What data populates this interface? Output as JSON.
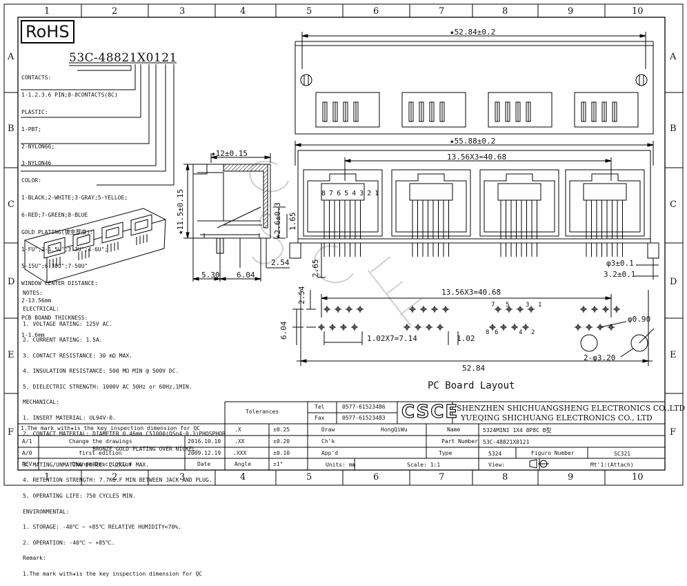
{
  "zones": {
    "columns": [
      "1",
      "2",
      "3",
      "4",
      "5",
      "6",
      "7",
      "8",
      "9",
      "10"
    ],
    "rows": [
      "A",
      "B",
      "C",
      "D",
      "E",
      "F"
    ]
  },
  "rohs": "RoHS",
  "part_code": "53C-48821X0121",
  "ordering": [
    "CONTACTS:",
    "1-1.2.3.6 PIN;8-8CONTACTS(8C)",
    "PLASTIC:",
    "1-PBT;",
    "2-NYLON66;",
    "3-NYLON46",
    "COLOR:",
    "1-BLACK;2-WHITE;3-GRAY;5-YELLOE;",
    "6-RED;7-GREEN;8-BLUE",
    "GOLD PLATING(镀金厚度):",
    "1-FU\";2-1.5U\";3-3U\";4-6U\";",
    "5-15U\";6-30U\";7-50U\"",
    "WINDOW CENTER DISTANCE:",
    "2-13.56mm",
    "PCB BOAND THICKNESS:",
    "1-1.6mm"
  ],
  "notes": [
    "NOTES:",
    "ELECTRICAL:",
    "1. VOLTAGE RATING: 125V AC.",
    "2. CURRENT RATING: 1.5A.",
    "3. CONTACT RESISTANCE: 30 mΩ MAX.",
    "4. INSULATION RESISTANCE: 500 MΩ MIN @ 500V DC.",
    "5. DIELECTRIC STRENGTH: 1000V AC 50Hz or 60Hz,1MIN.",
    "MECHANICAL:",
    "1. INSERT MATERIAL: UL94V-0.",
    "2. CONTACT MATERIAL: DIAMETER 0.46mm C51000(QSn4-0.3)PHOSPHOR",
    "                     BRONZE GOLD PLATING OVER NICKEL.",
    "3. MATING/UNMATING FORCE: 2.2KG.F MAX.",
    "4. RETENTION STRENGTH: 7.7KG.F MIN BETWEEN JACK AND PLUG.",
    "5. OPERATING LIFE: 750 CYCLES MIN.",
    "ENVIRONMENTAL:",
    "1. STORAGE: -40℃ ~ +85℃ RELATIVE HUMIDITY<70%.",
    "2. OPERATION: -40℃ ~ +85℃.",
    "Remark:",
    "1.The mark with★is the key inspection dimension for QC"
  ],
  "dims": {
    "top_width": "★52.84±0.2",
    "front_width": "★55.88±0.2",
    "pitch_front": "13.56X3=40.68",
    "side_width": "★12±0.15",
    "side_height": "★11.5±0.15",
    "side_26": "★2.6±0.3",
    "side_165": "1.65",
    "side_254": "2.54",
    "side_530": "5.30",
    "side_604": "6.04",
    "front_265": "2.65",
    "front_phi3": "φ3±0.1",
    "front_32": "3.2±0.1",
    "pcb_pitch": "13.56X3=40.68",
    "pcb_254": "2.54",
    "pcb_604": "6.04",
    "pcb_102x7": "1.02X7=7.14",
    "pcb_102": "1.02",
    "pcb_phi090": "φ0.90",
    "pcb_holes": "2-φ3.20",
    "pcb_5284": "52.84",
    "pin_numbers": "8 7 6 5 4 3 2 1"
  },
  "pcb_pin_labels": {
    "top": [
      "7",
      "5",
      "3",
      "1"
    ],
    "bottom": [
      "8",
      "6",
      "4",
      "2"
    ]
  },
  "pcb_title": "PC Board Layout",
  "title_block": {
    "tolerances": "Tolerances",
    "tel_label": "Tel",
    "tel": "0577-61523486",
    "fax_label": "Fax",
    "fax": "0577-61523483",
    "logo": "CSCE",
    "company1": "SHENZHEN SHICHUANGSHENG ELECTRONICS CO.,LTD",
    "company2": "YUEQING SHICHUANG ELECTRONICS CO., LTD",
    "tol_rows": [
      {
        "dec": ".X",
        "tol": "±0.25",
        "label": "Draw",
        "value": "HongQiWu"
      },
      {
        "dec": ".XX",
        "tol": "±0.20",
        "label": "Ch'k",
        "value": ""
      },
      {
        "dec": ".XXX",
        "tol": "±0.10",
        "label": "App'd",
        "value": ""
      },
      {
        "dec": "Angle",
        "tol": "±1°",
        "label": "Units: mm",
        "value": ""
      }
    ],
    "name_label": "Name",
    "name_value": "5324MINI 1X4 8P8C B型",
    "part_label": "Part Number",
    "part_value": "53C-48821X0121",
    "type_label": "Type",
    "type_value": "5324",
    "figure_label": "Figuro Number",
    "figure_value": "SC321",
    "scale": "Scale: 1:1",
    "view": "View:",
    "mt": "Mt'1:(Attach)"
  },
  "revisions": [
    {
      "rev": "A/1",
      "desc": "Change the drawings",
      "date": "2016.10.10"
    },
    {
      "rev": "A/0",
      "desc": "first edition",
      "date": "2009.12.19"
    }
  ],
  "rev_header": {
    "rev": "REV",
    "desc": "Change Description",
    "date": "Date"
  },
  "watermark": "CSCE"
}
